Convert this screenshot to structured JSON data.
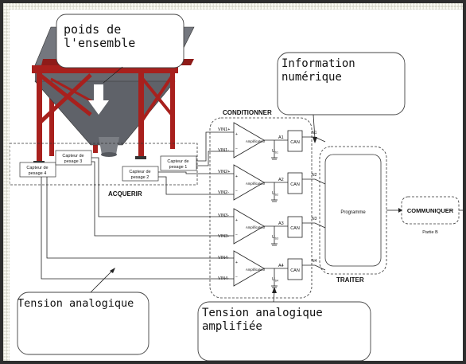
{
  "callouts": {
    "poids": [
      "poids de",
      "l'ensemble"
    ],
    "info": [
      "Information",
      "numérique"
    ],
    "tension": "Tension analogique",
    "tension_amp": [
      "Tension analogique",
      "amplifiée"
    ]
  },
  "sections": {
    "conditionner": "CONDITIONNER",
    "acquerir": "ACQUERIR",
    "traiter": "TRAITER",
    "communiquer": "COMMUNIQUER",
    "partie_b": "Partie B"
  },
  "capteurs": [
    [
      "Capteur de",
      "pesage 4"
    ],
    [
      "Capteur de",
      "pesage 3"
    ],
    [
      "Capteur de",
      "pesage 2"
    ],
    [
      "Capteur de",
      "pesage 1"
    ]
  ],
  "channels": [
    {
      "vin_plus": "VIN1+",
      "vin_minus": "VIN1-",
      "a": "A1",
      "u": "U",
      "u_sub": "S1",
      "n": "N1"
    },
    {
      "vin_plus": "VIN2+",
      "vin_minus": "VIN2-",
      "a": "A2",
      "u": "U",
      "u_sub": "S2",
      "n": "N2"
    },
    {
      "vin_plus": "VIN3-",
      "vin_minus": "VIN3-",
      "a": "A3",
      "u": "U",
      "u_sub": "S3",
      "n": "N3"
    },
    {
      "vin_plus": "VIN4-",
      "vin_minus": "VIN4-",
      "a": "A4",
      "u": "U",
      "u_sub": "S4",
      "n": "N4"
    }
  ],
  "amp_label": "Amplificateur",
  "can_label": "CAN",
  "programme": "Programme",
  "colors": {
    "hopper_body": "#6e7178",
    "frame_red": "#a8201d",
    "dark": "#222222"
  }
}
